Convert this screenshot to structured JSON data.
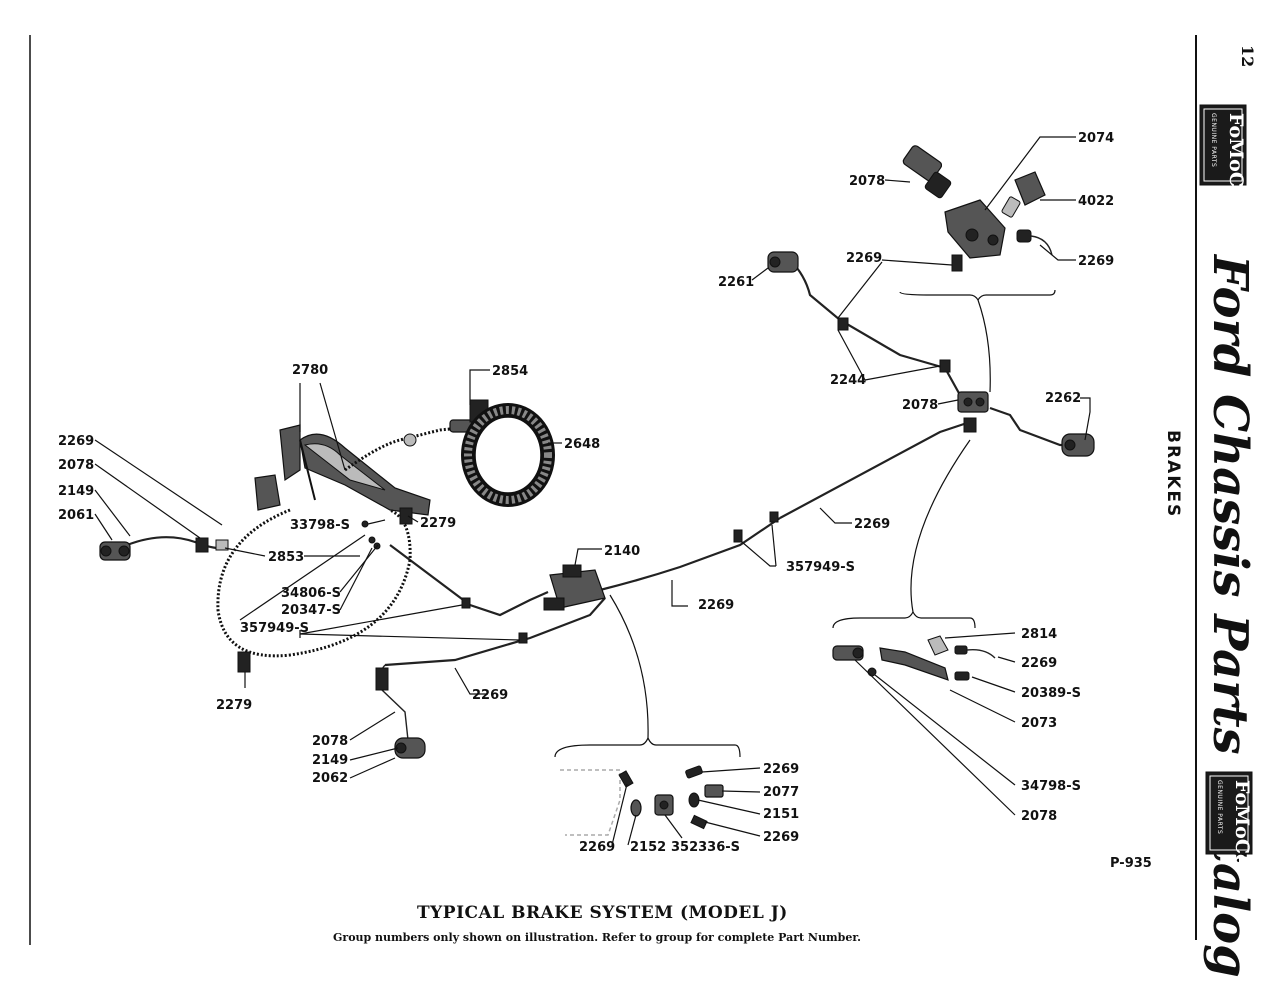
{
  "page": {
    "number": "12",
    "plate_number": "P-935",
    "side_title": "Ford Chassis Parts Catalog",
    "section": "BRAKES",
    "logo": {
      "mark": "FoMoCo",
      "subtext": "GENUINE PARTS"
    }
  },
  "caption": {
    "title": "TYPICAL BRAKE SYSTEM (MODEL J)",
    "note": "Group numbers only shown on illustration. Refer to group for complete Part Number."
  },
  "labels": {
    "l2074": "2074",
    "l2078_top": "2078",
    "l4022": "4022",
    "l2269_top_a": "2269",
    "l2269_top_b": "2269",
    "l2261": "2261",
    "l2244": "2244",
    "l2078_junc": "2078",
    "l2262": "2262",
    "l2780": "2780",
    "l2854": "2854",
    "l2648": "2648",
    "l2269_left": "2269",
    "l2078_left": "2078",
    "l2149_left": "2149",
    "l2061": "2061",
    "l33798": "33798-S",
    "l2279_upper": "2279",
    "l2853": "2853",
    "l34806": "34806-S",
    "l20347": "20347-S",
    "l357949_left": "357949-S",
    "l2279_lower": "2279",
    "l2140": "2140",
    "l2269_mid": "2269",
    "l357949_mid": "357949-S",
    "l2269_mid2": "2269",
    "l2269_lower": "2269",
    "l2078_bl": "2078",
    "l2149_bl": "2149",
    "l2062": "2062",
    "l2814": "2814",
    "l2269_br": "2269",
    "l20389": "20389-S",
    "l2073": "2073",
    "l34798": "34798-S",
    "l2078_br": "2078",
    "l2269_d1": "2269",
    "l2077": "2077",
    "l2151": "2151",
    "l2269_d2": "2269",
    "l2269_d3": "2269",
    "l2152": "2152",
    "l352336": "352336-S"
  }
}
